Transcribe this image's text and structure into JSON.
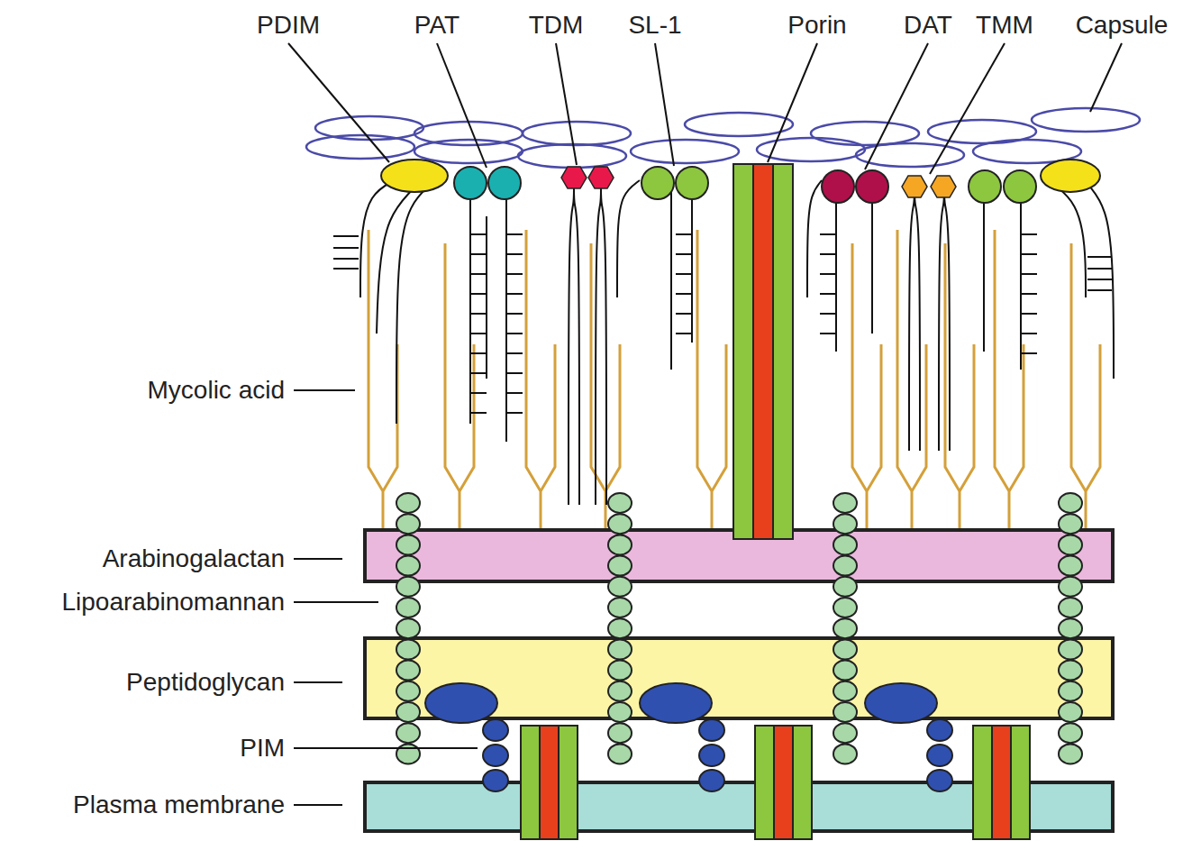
{
  "diagram": {
    "labels": [
      "PDIM",
      "PAT",
      "TDM",
      "SL-1",
      "Porin",
      "DAT",
      "TMM",
      "Capsule",
      "Mycolic acid",
      "Arabinogalactan",
      "Lipoarabinomannan",
      "Peptidoglycan",
      "PIM",
      "Plasma membrane"
    ]
  }
}
